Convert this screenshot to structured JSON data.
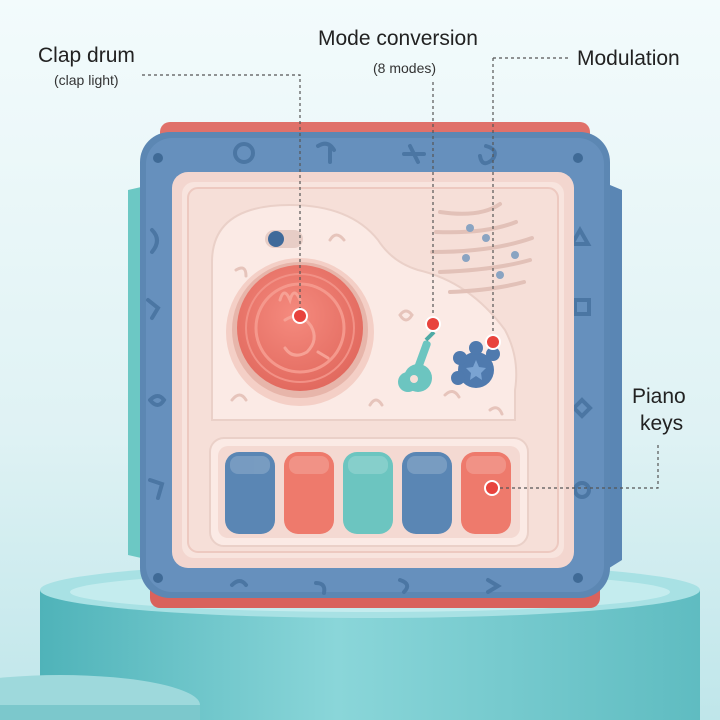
{
  "callouts": {
    "clap_drum": {
      "title": "Clap drum",
      "subtitle": "(clap light)"
    },
    "mode_conversion": {
      "title": "Mode conversion",
      "subtitle": "(8 modes)"
    },
    "modulation": {
      "title": "Modulation"
    },
    "piano_keys": {
      "line1": "Piano",
      "line2": "keys"
    }
  },
  "colors": {
    "background_top": "#e7f7f8",
    "background_bottom": "#bfe6ea",
    "podium_teal": "#7fcdd1",
    "cube_blue": "#5c87b3",
    "cube_red": "#e0716a",
    "panel_pink": "#f6ded8",
    "drum_coral": "#f07a6e",
    "key_blue": "#5a86b4",
    "key_coral": "#ee7a6c",
    "key_teal": "#6cc5c0",
    "callout_dot": "#e8433d",
    "callout_line": "#555555"
  },
  "piano": {
    "keys": [
      "blue",
      "coral",
      "teal",
      "blue",
      "coral"
    ]
  }
}
